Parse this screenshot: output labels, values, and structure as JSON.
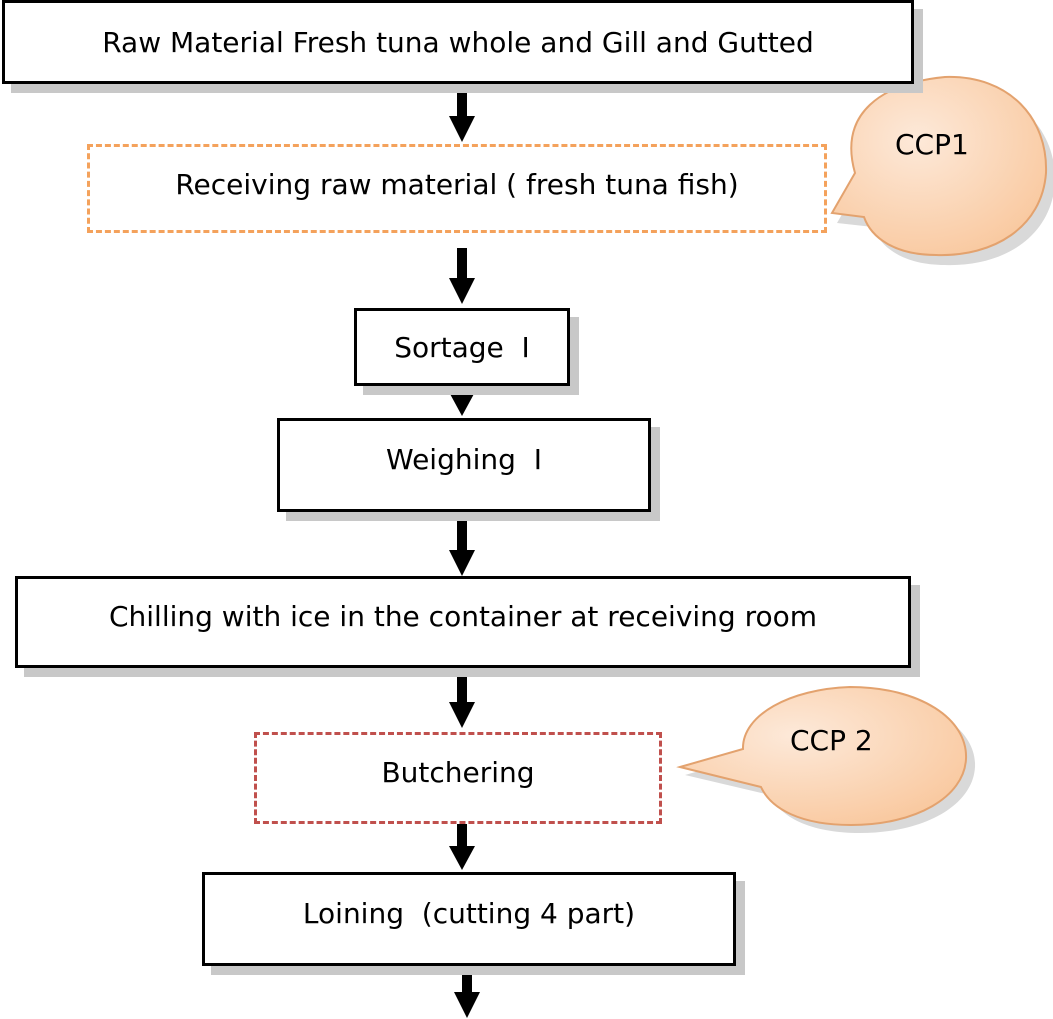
{
  "steps": {
    "raw_material": "Raw Material Fresh tuna whole and Gill and Gutted",
    "receiving": "Receiving raw material ( fresh tuna fish)",
    "sortage": "Sortage  I",
    "weighing": "Weighing  I",
    "chilling": "Chilling with ice in the container at receiving room",
    "butchering": "Butchering",
    "loining": "Loining  (cutting 4 part)"
  },
  "callouts": {
    "ccp1": "CCP1",
    "ccp2": "CCP 2"
  },
  "colors": {
    "box_border": "#000000",
    "box_shadow": "#c8c8c8",
    "ccp1_border": "#f4a25c",
    "ccp2_border": "#c0504d",
    "callout_fill": "#fcd5b5",
    "callout_stroke": "#e3a26e",
    "arrow": "#000000"
  }
}
